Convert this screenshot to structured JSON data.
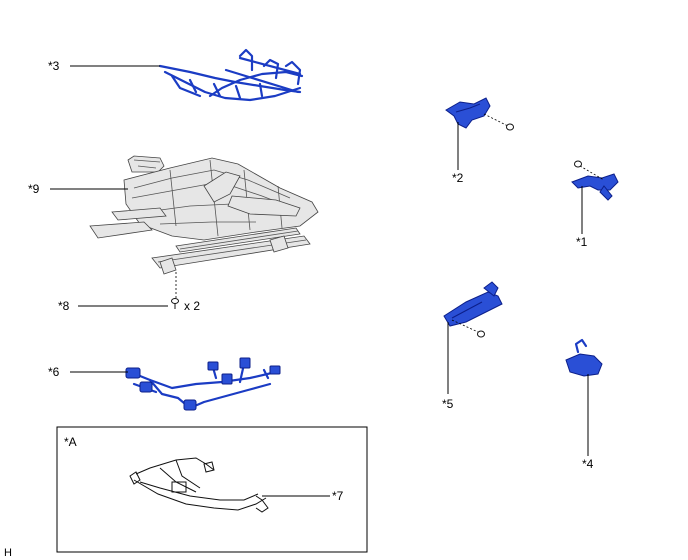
{
  "labels": {
    "p1": "*1",
    "p2": "*2",
    "p3": "*3",
    "p4": "*4",
    "p5": "*5",
    "p6": "*6",
    "p7": "*7",
    "p8": "*8",
    "p9": "*9",
    "qty8": "x 2",
    "inset": "*A",
    "corner": "H"
  },
  "colors": {
    "part_highlight": "#2a4fd6",
    "part_outline": "#0c1f8a",
    "frame_grey": "#e6e6e6"
  }
}
